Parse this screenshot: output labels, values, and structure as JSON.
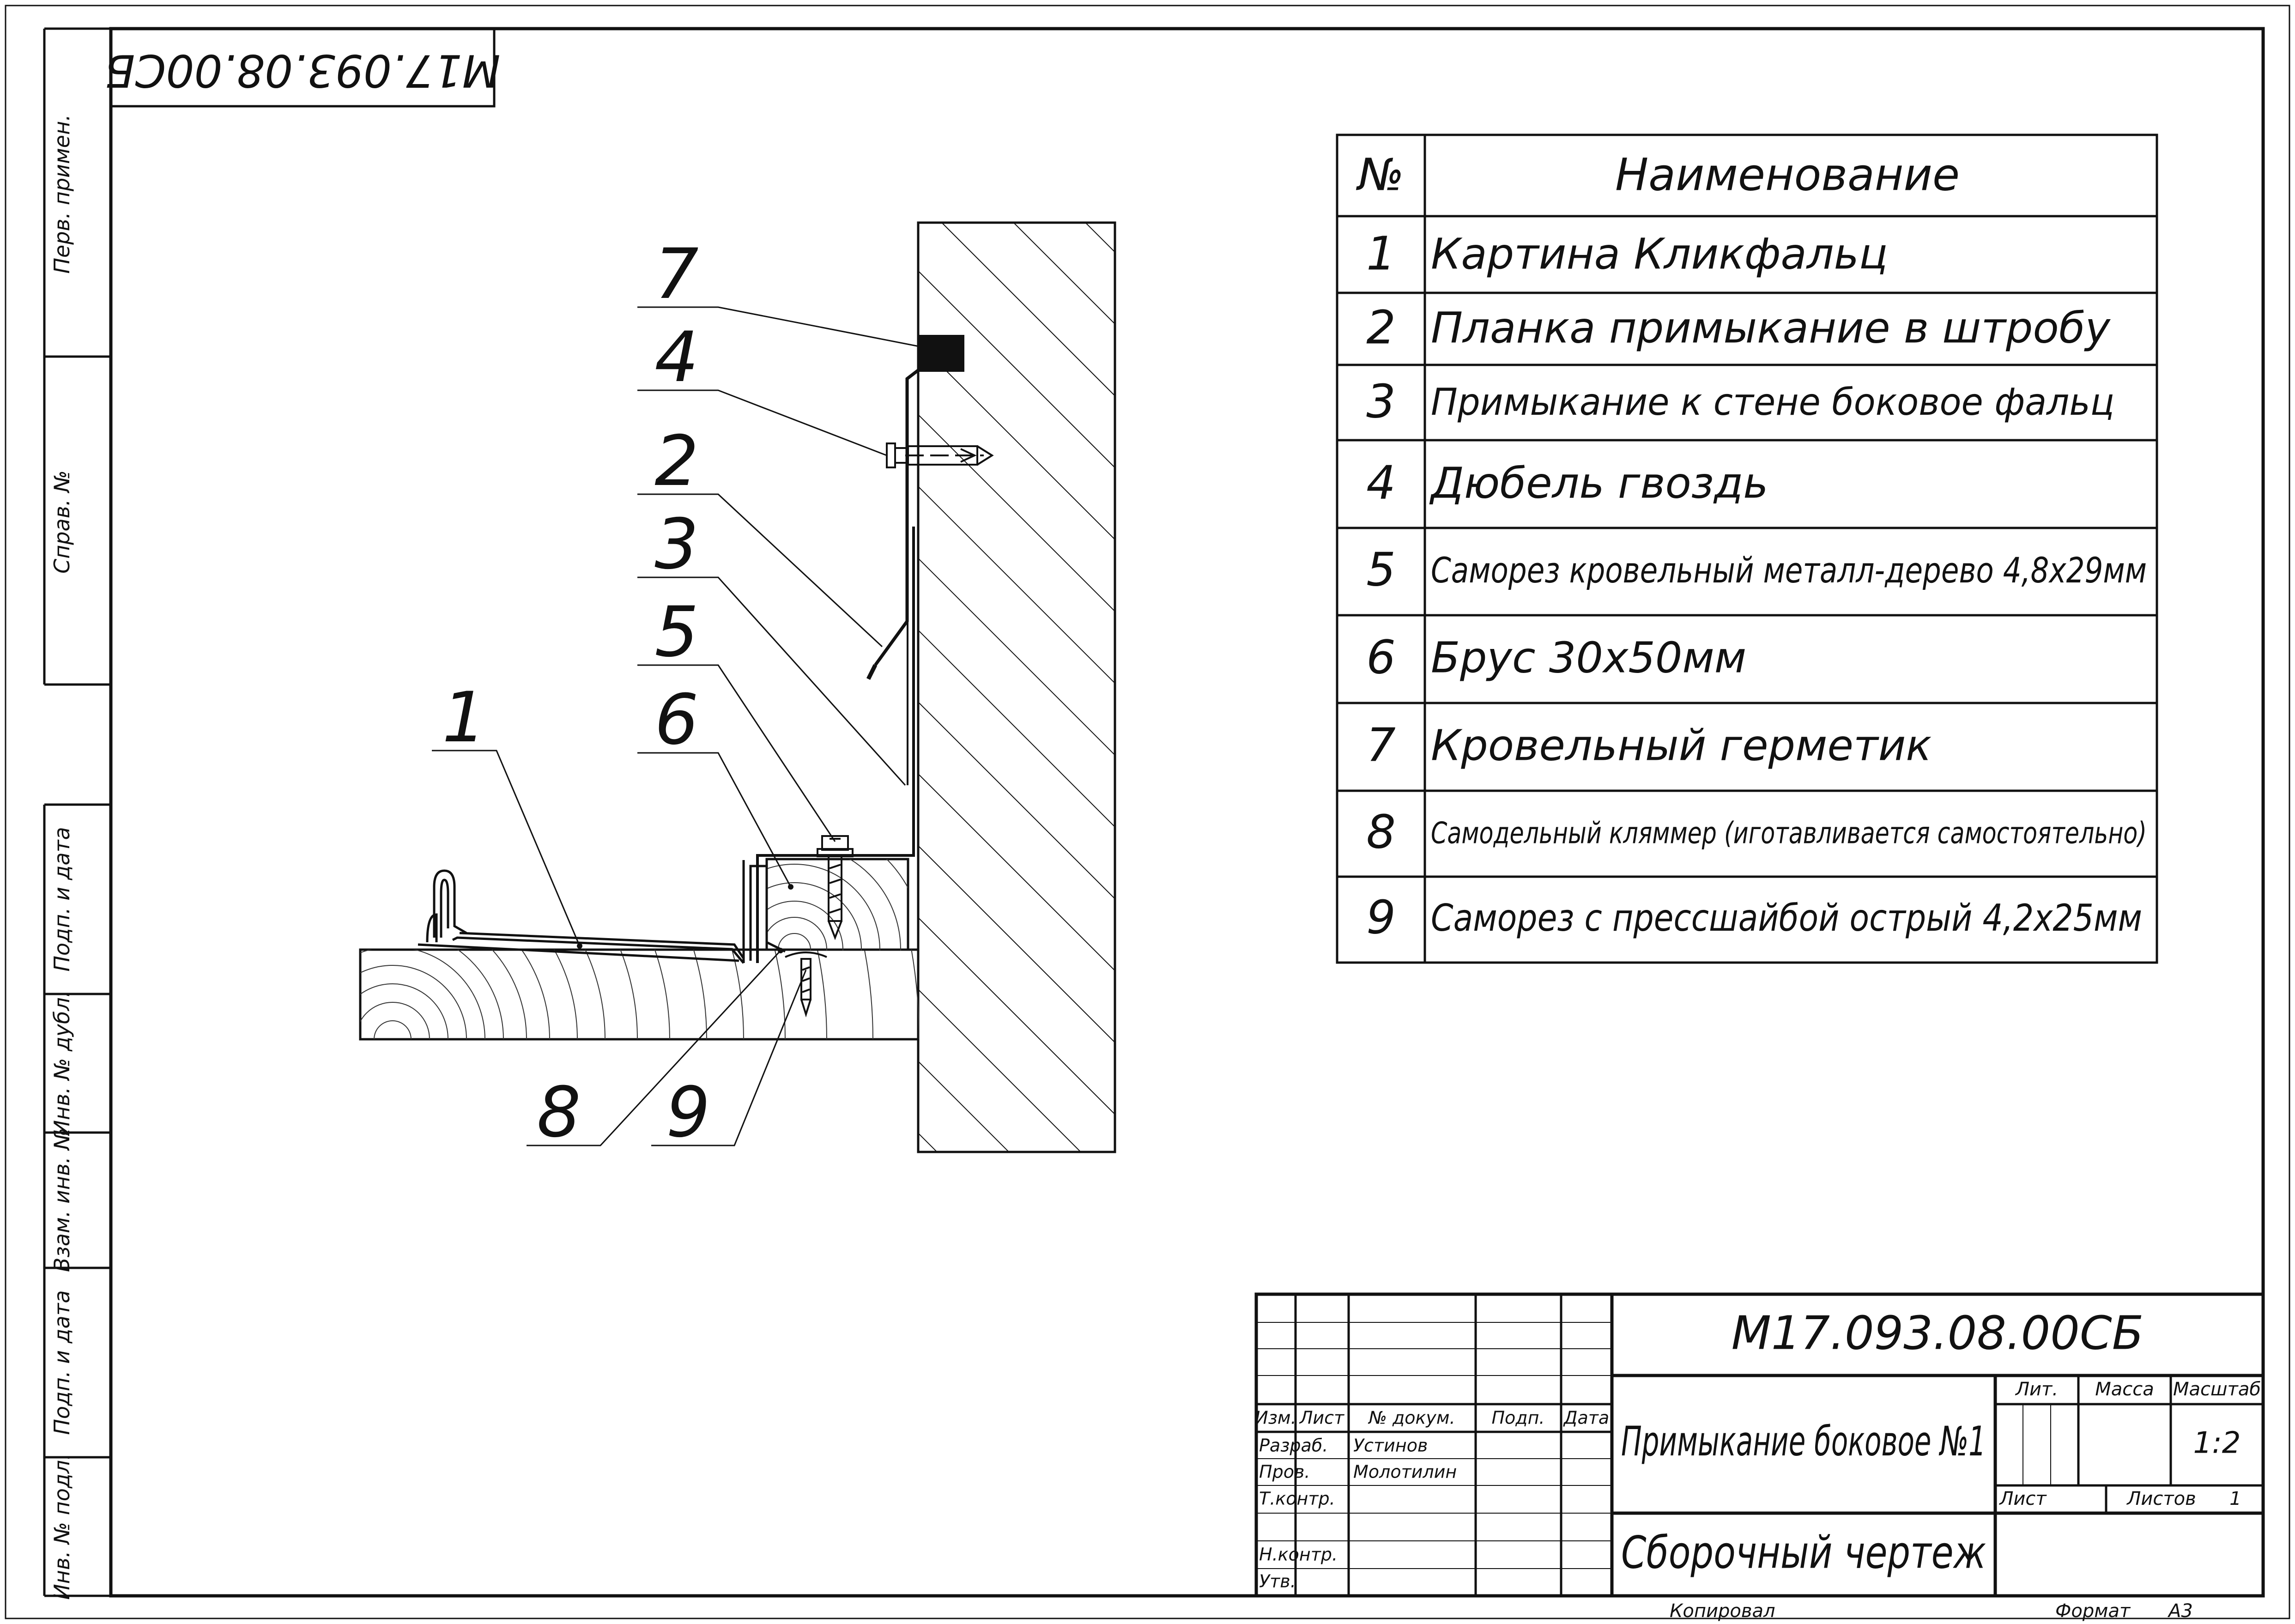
{
  "side_stamp": {
    "perv_primen": "Перв. примен.",
    "sprav_no": "Справ. №",
    "podp_data_1": "Подп. и дата",
    "inv_dubl": "Инв. № дубл.",
    "vzam_inv": "Взам. инв. №",
    "podp_data_2": "Подп. и дата",
    "inv_podl": "Инв. № подл."
  },
  "top_code": "М17.093.08.00СБ",
  "callouts": [
    "7",
    "4",
    "2",
    "3",
    "5",
    "6",
    "1",
    "8",
    "9"
  ],
  "parts_table": {
    "header": {
      "no": "№",
      "name": "Наименование"
    },
    "rows": [
      {
        "no": "1",
        "name": "Картина Кликфальц"
      },
      {
        "no": "2",
        "name": "Планка примыкание в штробу"
      },
      {
        "no": "3",
        "name": "Примыкание к стене боковое фальц"
      },
      {
        "no": "4",
        "name": "Дюбель гвоздь"
      },
      {
        "no": "5",
        "name": "Саморез кровельный металл-дерево 4,8х29мм"
      },
      {
        "no": "6",
        "name": "Брус 30х50мм"
      },
      {
        "no": "7",
        "name": "Кровельный герметик"
      },
      {
        "no": "8",
        "name": "Самодельный кляммер (иготавливается самостоятельно)"
      },
      {
        "no": "9",
        "name": "Саморез с прессшайбой острый 4,2х25мм"
      }
    ]
  },
  "title_block": {
    "code": "М17.093.08.00СБ",
    "title": "Примыкание боковое №1",
    "doc_type": "Сборочный чертеж",
    "col_izm": "Изм.",
    "col_list": "Лист",
    "col_no_dokum": "№ докум.",
    "col_podp": "Подп.",
    "col_data": "Дата",
    "role_razrab": "Разраб.",
    "role_prov": "Пров.",
    "role_tkontr": "Т.контр.",
    "role_nkontr": "Н.контр.",
    "role_utv": "Утв.",
    "name_razrab": "Устинов",
    "name_prov": "Молотилин",
    "lit_label": "Лит.",
    "massa_label": "Масса",
    "masshtab_label": "Масштаб",
    "masshtab_value": "1:2",
    "list_label": "Лист",
    "listov_label": "Листов",
    "listov_value": "1",
    "kopiroval": "Копировал",
    "format_label": "Формат",
    "format_value": "А3"
  }
}
